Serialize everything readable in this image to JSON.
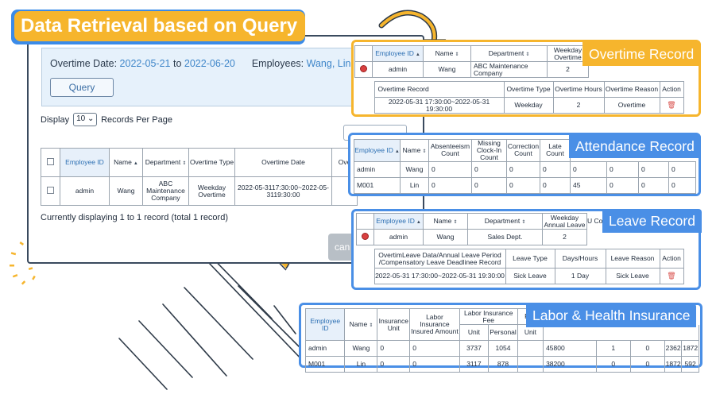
{
  "colors": {
    "accent_orange": "#f6b52d",
    "accent_blue": "#3b8be8",
    "panel_border_orange": "#f6b52d",
    "panel_border_blue": "#4a8fe6",
    "link_blue": "#3f86c9",
    "delete_red": "#d94040"
  },
  "title": "Data Retrieval based on Query",
  "query": {
    "date_label": "Overtime Date:",
    "date_from": "2022-05-21",
    "date_to_word": "to",
    "date_to": "2022-06-20",
    "employees_label": "Employees:",
    "employees_value": "Wang, Lin",
    "query_button": "Query"
  },
  "display": {
    "prefix": "Display",
    "value": "10",
    "suffix": "Records Per Page"
  },
  "main_table": {
    "headers": [
      "Employee ID",
      "Name",
      "Department",
      "Overtime Type",
      "Overtime Date",
      "Ove"
    ],
    "row": {
      "id": "admin",
      "name": "Wang",
      "department": "ABC Maintenance Company",
      "type": "Weekday Overtime",
      "date": "2022-05-3117:30:00~2022-05-3119:30:00"
    }
  },
  "footer_text": "Currently displaying 1 to 1 record (total 1 record)",
  "cancel_label": "can",
  "overtime_panel": {
    "tag": "Overtime Record",
    "headers": [
      "Employee ID",
      "Name",
      "Department",
      "Weekday Overtime"
    ],
    "row": {
      "id": "admin",
      "name": "Wang",
      "department": "ABC Maintenance Company",
      "value": "2"
    },
    "sub_headers": [
      "Overtime Record",
      "Overtime Type",
      "Overtime Hours",
      "Overtime Reason",
      "Action"
    ],
    "sub_row": {
      "record": "2022-05-31 17:30:00~2022-05-31 19:30:00",
      "type": "Weekday",
      "hours": "2",
      "reason": "Overtime"
    }
  },
  "attendance_panel": {
    "tag": "Attendance Record",
    "headers": [
      "Employee ID",
      "Name",
      "Absenteeism Count",
      "Missing Clock-In Count",
      "Correction Count",
      "Late Count"
    ],
    "rows": [
      {
        "id": "admin",
        "name": "Wang",
        "v": [
          "0",
          "0",
          "0",
          "0",
          "0",
          "0",
          "0",
          "0"
        ]
      },
      {
        "id": "M001",
        "name": "Lin",
        "v": [
          "0",
          "0",
          "0",
          "0",
          "45",
          "0",
          "0",
          "0"
        ]
      }
    ]
  },
  "leave_panel": {
    "tag": "Leave Record",
    "headers": [
      "Employee ID",
      "Name",
      "Department",
      "Weekday Annual Leave",
      "U Compe"
    ],
    "row": {
      "id": "admin",
      "name": "Wang",
      "department": "Sales Dept.",
      "value": "2"
    },
    "sub_headers": [
      "OvertimLeave Data/Annual Leave Period /Compensatory Leave Deadlinee Record",
      "Leave Type",
      "Days/Hours",
      "Leave Reason",
      "Action"
    ],
    "sub_row": {
      "record": "2022-05-31 17:30:00~2022-05-31 19:30:00",
      "type": "Sick Leave",
      "days": "1 Day",
      "reason": "Sick Leave"
    }
  },
  "insurance_panel": {
    "tag": "Labor & Health Insurance",
    "headers": [
      "Employee ID",
      "Name",
      "Insurance Unit",
      "Labor Insurance Insured Amount",
      "Labor Insurance Fee",
      "Fee"
    ],
    "fee_sub": [
      "Unit",
      "Personal",
      "Unit"
    ],
    "rows": [
      {
        "id": "admin",
        "name": "Wang",
        "unit": "0",
        "amount": "0",
        "fee_unit": "3737",
        "fee_personal": "1054",
        "v1": "45800",
        "v2": "1",
        "v3": "0",
        "v4": "2362",
        "v5": "1872"
      },
      {
        "id": "M001",
        "name": "Lin",
        "unit": "0",
        "amount": "0",
        "fee_unit": "3117",
        "fee_personal": "878",
        "v1": "38200",
        "v2": "0",
        "v3": "0",
        "v4": "1872",
        "v5": "592"
      }
    ]
  }
}
